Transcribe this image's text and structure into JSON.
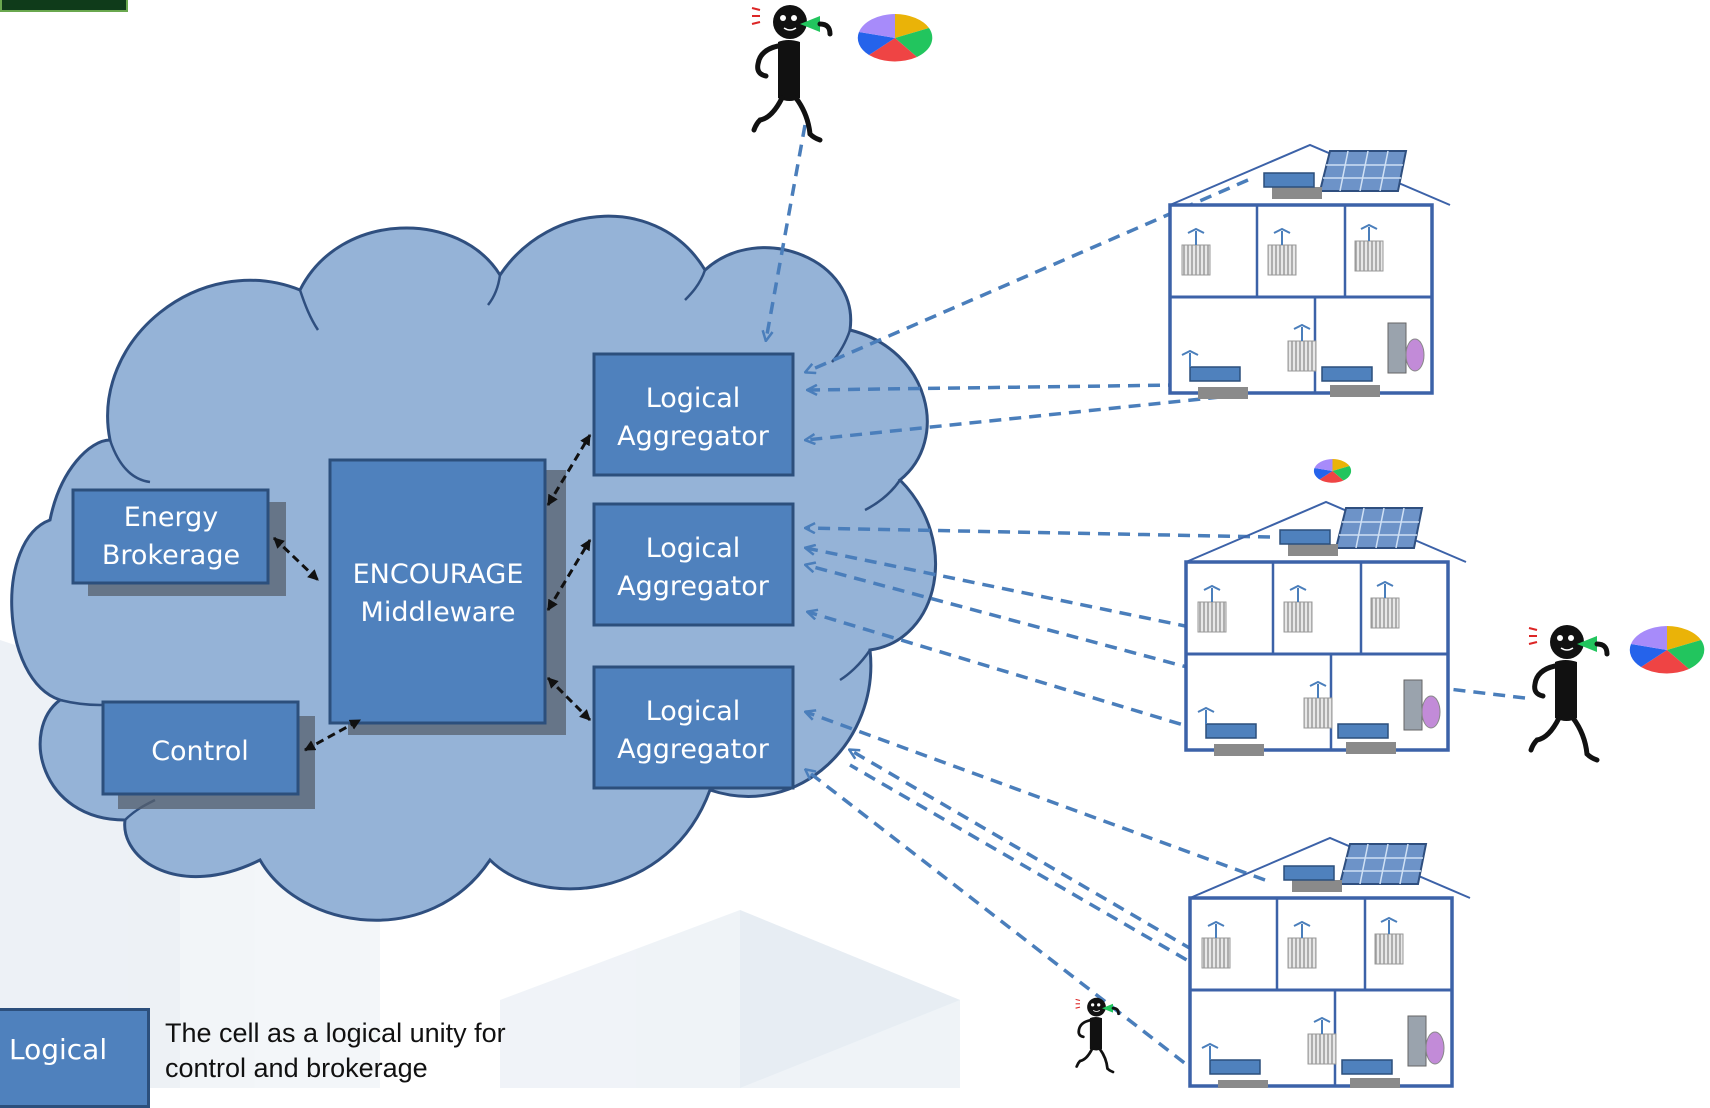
{
  "boxes": {
    "energy_brokerage": [
      "Energy",
      "Brokerage"
    ],
    "control": "Control",
    "middleware": [
      "ENCOURAGE",
      "Middleware"
    ],
    "aggregator": [
      "Logical",
      "Aggregator"
    ]
  },
  "legend": {
    "box_label": "Logical",
    "text": [
      "The cell as a logical unity for",
      "control and brokerage"
    ]
  },
  "colors": {
    "cloud_fill": "#95b3d7",
    "cloud_stroke": "#2f4f7f",
    "box_fill": "#4f81bd",
    "box_stroke": "#2c4f7c",
    "dashed_link": "#4a7ebb",
    "house_stroke": "#3c62a8"
  }
}
